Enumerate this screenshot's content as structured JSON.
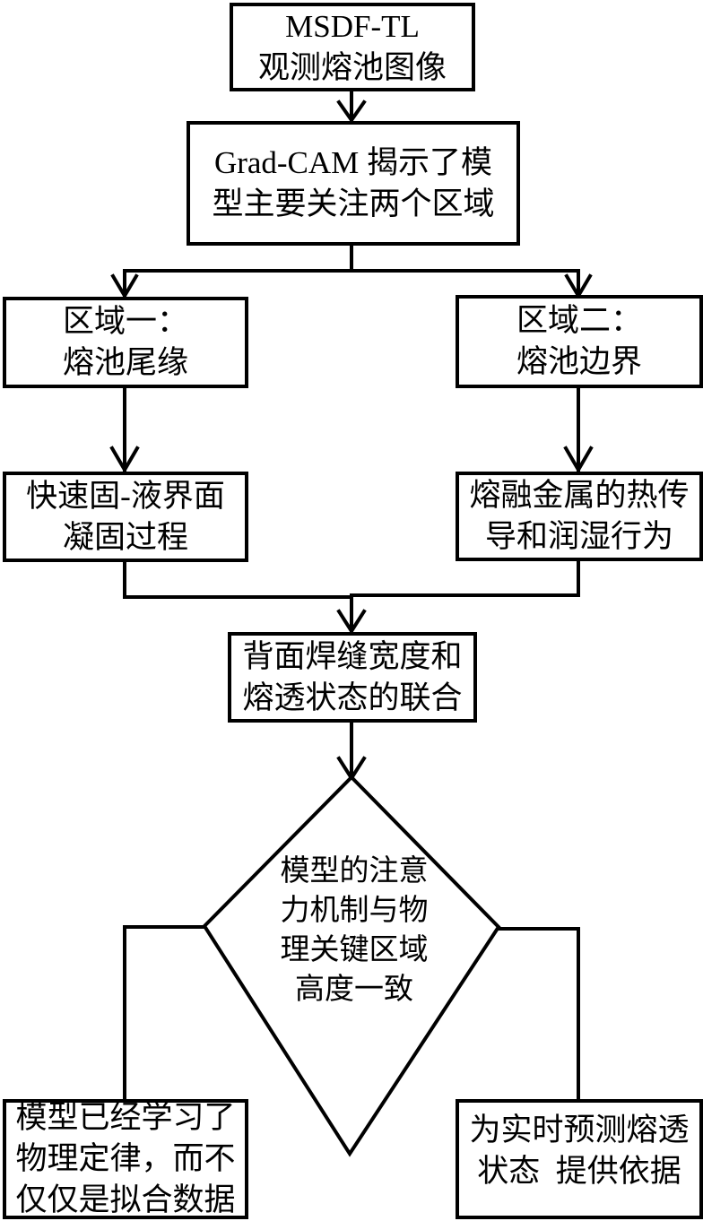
{
  "nodes": {
    "start": {
      "lines": [
        "MSDF-TL",
        "观测熔池图像"
      ]
    },
    "gradcam": {
      "lines": [
        "Grad-CAM 揭示了模",
        "型主要关注两个区域"
      ]
    },
    "region1": {
      "lines": [
        "区域一：",
        "熔池尾缘"
      ]
    },
    "region2": {
      "lines": [
        "区域二：",
        "熔池边界"
      ]
    },
    "process1": {
      "lines": [
        "快速固-液界面",
        "凝固过程"
      ]
    },
    "process2": {
      "lines": [
        "熔融金属的热传",
        "导和润湿行为"
      ]
    },
    "joint": {
      "lines": [
        "背面焊缝宽度和",
        "熔透状态的联合"
      ]
    },
    "decision": {
      "lines": [
        "模型的注意",
        "力机制与物",
        "理关键区域",
        "高度一致"
      ]
    },
    "result1": {
      "lines": [
        "模型已经学习了",
        "物理定律，而不",
        "仅仅是拟合数据"
      ]
    },
    "result2": {
      "lines": [
        "为实时预测熔透",
        "状态  提供依据"
      ]
    }
  },
  "colors": {
    "stroke": "#000000",
    "background": "#ffffff"
  }
}
